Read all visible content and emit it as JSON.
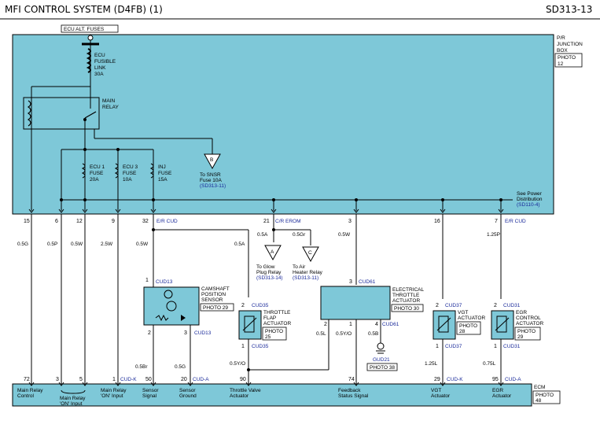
{
  "header": {
    "title": "MFI CONTROL SYSTEM (D4FB) (1)",
    "code": "SD313-13"
  },
  "top_label": "ECU ALT. FUSES",
  "pjb": {
    "label_l1": "P/R",
    "label_l2": "JUNCTION",
    "label_l3": "BOX",
    "photo_l1": "PHOTO",
    "photo_l2": "12"
  },
  "fusible_link": {
    "l1": "ECU",
    "l2": "FUSIBLE",
    "l3": "LINK",
    "l4": "30A"
  },
  "main_relay": {
    "l1": "MAIN",
    "l2": "RELAY"
  },
  "fuses": [
    {
      "l1": "ECU 1",
      "l2": "FUSE",
      "l3": "20A"
    },
    {
      "l1": "ECU 3",
      "l2": "FUSE",
      "l3": "10A"
    },
    {
      "l1": "INJ",
      "l2": "FUSE",
      "l3": "15A"
    }
  ],
  "sensor_fuse_ref": {
    "letter": "B",
    "l1": "To SNSR",
    "l2": "Fuse 10A",
    "l3": "(SD313-11)"
  },
  "power_dist": {
    "l1": "See Power",
    "l2": "Distribution",
    "l3": "(SD110-4)"
  },
  "connectors": {
    "pjb_left": "E/R CUD",
    "pjb_mid": "C/R EROM",
    "pjb_right": "E/R CUD",
    "cmp_top": "CUD13",
    "cmp_bot": "CUD13",
    "flap_top": "CUD35",
    "flap_bot": "CUD35",
    "etc_top": "CUD61",
    "etc_bot": "CUD61",
    "vgt_top": "CUD37",
    "vgt_bot": "CUD37",
    "egr_top": "CUD31",
    "egr_bot": "CUD31",
    "ground": "GUD21",
    "ecm_a": "CUD-K",
    "ecm_b": "CUD-A",
    "ecm_c": "CUD-K",
    "ecm_d": "CUD-A"
  },
  "pjb_pins": [
    "15",
    "6",
    "12",
    "9",
    "32",
    "21",
    "3",
    "16",
    "7"
  ],
  "wire_colors": {
    "w1": "0.5G",
    "w2": "0.5P",
    "w3": "0.5W",
    "w4": "2.5W",
    "w5": "0.5W",
    "w6": "0.5A",
    "w7": "0.5A",
    "w8": "0.5Gr",
    "w9": "0.5W",
    "w10": "1.25P",
    "cmp1": "0.5Br",
    "cmp2": "0.5G",
    "flap": "0.5Y/O",
    "etc1": "0.5L",
    "etc2": "0.5Y/O",
    "etc3": "0.5B",
    "vgt": "1.25L",
    "egr": "0.75L"
  },
  "relay_refs": [
    {
      "letter": "A",
      "l1": "To Glow",
      "l2": "Plug Relay",
      "l3": "(SD313-14)"
    },
    {
      "letter": "C",
      "l1": "To Air",
      "l2": "Heater Relay",
      "l3": "(SD313-11)"
    }
  ],
  "components": {
    "cmp": {
      "l1": "CAMSHAFT",
      "l2": "POSITION",
      "l3": "SENSOR",
      "photo": "PHOTO 29",
      "pin1": "1",
      "pin2": "2",
      "pin3": "3"
    },
    "flap": {
      "l1": "THROTTLE",
      "l2": "FLAP",
      "l3": "ACTUATOR",
      "photo1": "PHOTO",
      "photo2": "25",
      "pin1": "2",
      "pin2": "1"
    },
    "etc": {
      "l1": "ELECTRICAL",
      "l2": "THROTTLE",
      "l3": "ACTUATOR",
      "photo": "PHOTO 30",
      "pin1": "3",
      "pin2": "2",
      "pin3": "1",
      "pin4": "4"
    },
    "vgt": {
      "l1": "VGT",
      "l2": "ACTUATOR",
      "photo1": "PHOTO",
      "photo2": "28",
      "pin1": "2",
      "pin2": "1"
    },
    "egr": {
      "l1": "EGR",
      "l2": "CONTROL",
      "l3": "ACTUATOR",
      "photo1": "PHOTO",
      "photo2": "29",
      "pin1": "2",
      "pin2": "1"
    }
  },
  "ground_photo": "PHOTO 38",
  "ecm": {
    "label": "ECM",
    "photo1": "PHOTO",
    "photo2": "48",
    "pins": [
      "72",
      "3",
      "5",
      "1",
      "50",
      "20",
      "90",
      "74",
      "29",
      "95"
    ],
    "signals": [
      {
        "l1": "Main Relay",
        "l2": "Control"
      },
      {
        "l1": "Main Relay",
        "l2": "'ON' Input"
      },
      {
        "l1": "Main Relay",
        "l2": "'ON' Input"
      },
      {
        "l1": "Sensor",
        "l2": "Signal"
      },
      {
        "l1": "Sensor",
        "l2": "Ground"
      },
      {
        "l1": "Throttle Valve",
        "l2": "Actuator"
      },
      {
        "l1": "Feedback",
        "l2": "Status Signal"
      },
      {
        "l1": "VGT",
        "l2": "Actuator"
      },
      {
        "l1": "EGR",
        "l2": "Actuator"
      }
    ]
  }
}
